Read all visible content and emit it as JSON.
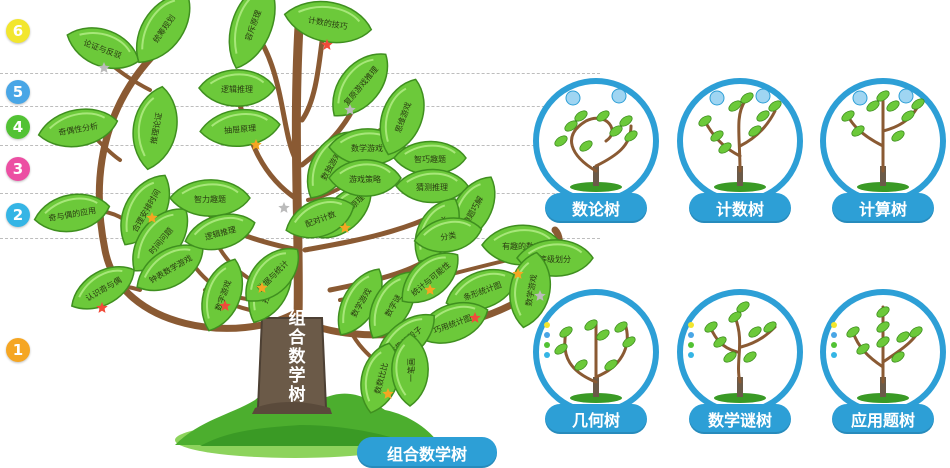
{
  "levels": [
    "6",
    "5",
    "4",
    "3",
    "2",
    "1"
  ],
  "colors": {
    "level_6": "#f2e62e",
    "level_5": "#49a6e6",
    "level_4": "#52c234",
    "level_3": "#ec4fa3",
    "level_2": "#35b5e5",
    "level_1": "#f5a623",
    "pill": "#2d9fd6",
    "trunk": "#6b5a48",
    "branch": "#8a5a33",
    "leaf": "#6cc93a",
    "grass": "#4cae2e"
  },
  "main_tree": {
    "trunk_label": [
      "组",
      "合",
      "数",
      "学",
      "树"
    ],
    "name": "组合数学树",
    "leaves": [
      "认识奇与偶",
      "奇与偶的应用",
      "奇偶性分析",
      "论证与反驳",
      "统筹规划",
      "推理论证",
      "合理安排时间",
      "时间问题",
      "钟表数学游戏",
      "数字游戏",
      "扫雷游戏",
      "智力趣题",
      "逻辑推理",
      "逻辑推理",
      "抽屉原理",
      "容斥原理",
      "计数的技巧",
      "复原游戏推理",
      "数独游戏",
      "简单抽屉原理",
      "数学游戏",
      "游戏策略",
      "思维游戏",
      "智巧趣题",
      "猜测推理",
      "趣题巧解",
      "简单统计",
      "配对计数",
      "数学游戏",
      "数字谜",
      "统计与可能性",
      "条形统计图",
      "巧用统计图",
      "有趣的数字",
      "等级划分",
      "数学游戏",
      "有趣的骰子",
      "数数比比",
      "一笔画",
      "数据与统计",
      "分类"
    ]
  },
  "sub_trees": [
    "数论树",
    "计数树",
    "计算树",
    "几何树",
    "数学谜树",
    "应用题树"
  ]
}
